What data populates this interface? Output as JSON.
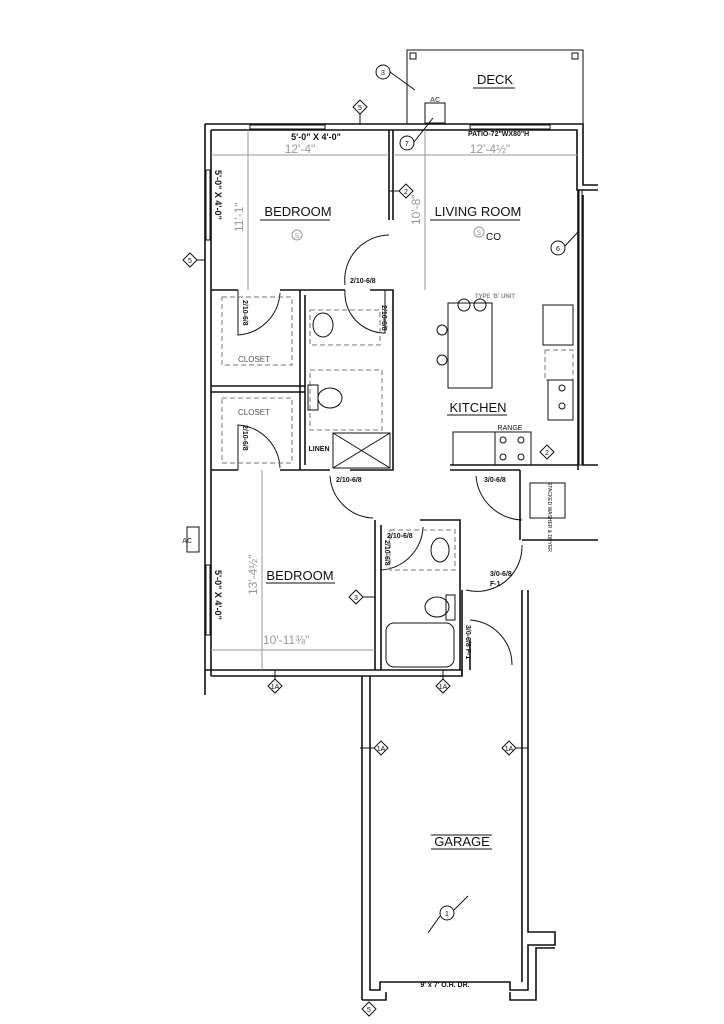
{
  "rooms": {
    "deck": "DECK",
    "bedroom1": "BEDROOM",
    "living": "LIVING ROOM",
    "kitchen": "KITCHEN",
    "closet1": "CLOSET",
    "closet2": "CLOSET",
    "linen": "LINEN",
    "bedroom2": "BEDROOM",
    "garage": "GARAGE"
  },
  "notes": {
    "ac_top": "AC",
    "ac_side": "AC",
    "patio": "PATIO-72\"WX80\"H",
    "window_top": "5'-0\" X 4'-0\"",
    "window_left1": "5'-0\" X 4'-0\"",
    "window_left2": "5'-0\" X 4'-0\"",
    "co": "CO",
    "smoke1": "S",
    "smoke2": "S",
    "unit_type": "TYPE 'B' UNIT",
    "range": "RANGE",
    "washer": "STACKED WASHER & DRYER",
    "garage_door": "9' x 7' O.H. DR.",
    "door_bed1": "2/10-6/8",
    "door_closet1": "2/10-6/8",
    "door_bath1": "2/10-6/8",
    "door_closet2": "2/10-6/8",
    "door_hall": "2/10-6/8",
    "door_laundry": "3/0-6/8",
    "door_bath2a": "2/10-6/8",
    "door_bath2b": "2/10-6/8",
    "door_garage": "3/0-6/8",
    "door_garage_rating": "F-1",
    "door_bath2c": "3/0-6/8 F-1"
  },
  "dimensions": {
    "bed1_width": "12'-4\"",
    "bed1_depth": "11'-1\"",
    "living_width": "12'-4½\"",
    "living_depth": "10'-8\"",
    "bed2_depth": "13'-4½\"",
    "bed2_width": "10'-11⅜\""
  },
  "tags": {
    "c3": "3",
    "c7": "7",
    "c6": "6",
    "c1": "1",
    "d5a": "5",
    "d5b": "5",
    "d5c": "5",
    "d2a": "2",
    "d2b": "2",
    "d3": "3",
    "d1a": "1A",
    "d1b": "1A",
    "d1c": "1A",
    "d1d": "1A"
  }
}
